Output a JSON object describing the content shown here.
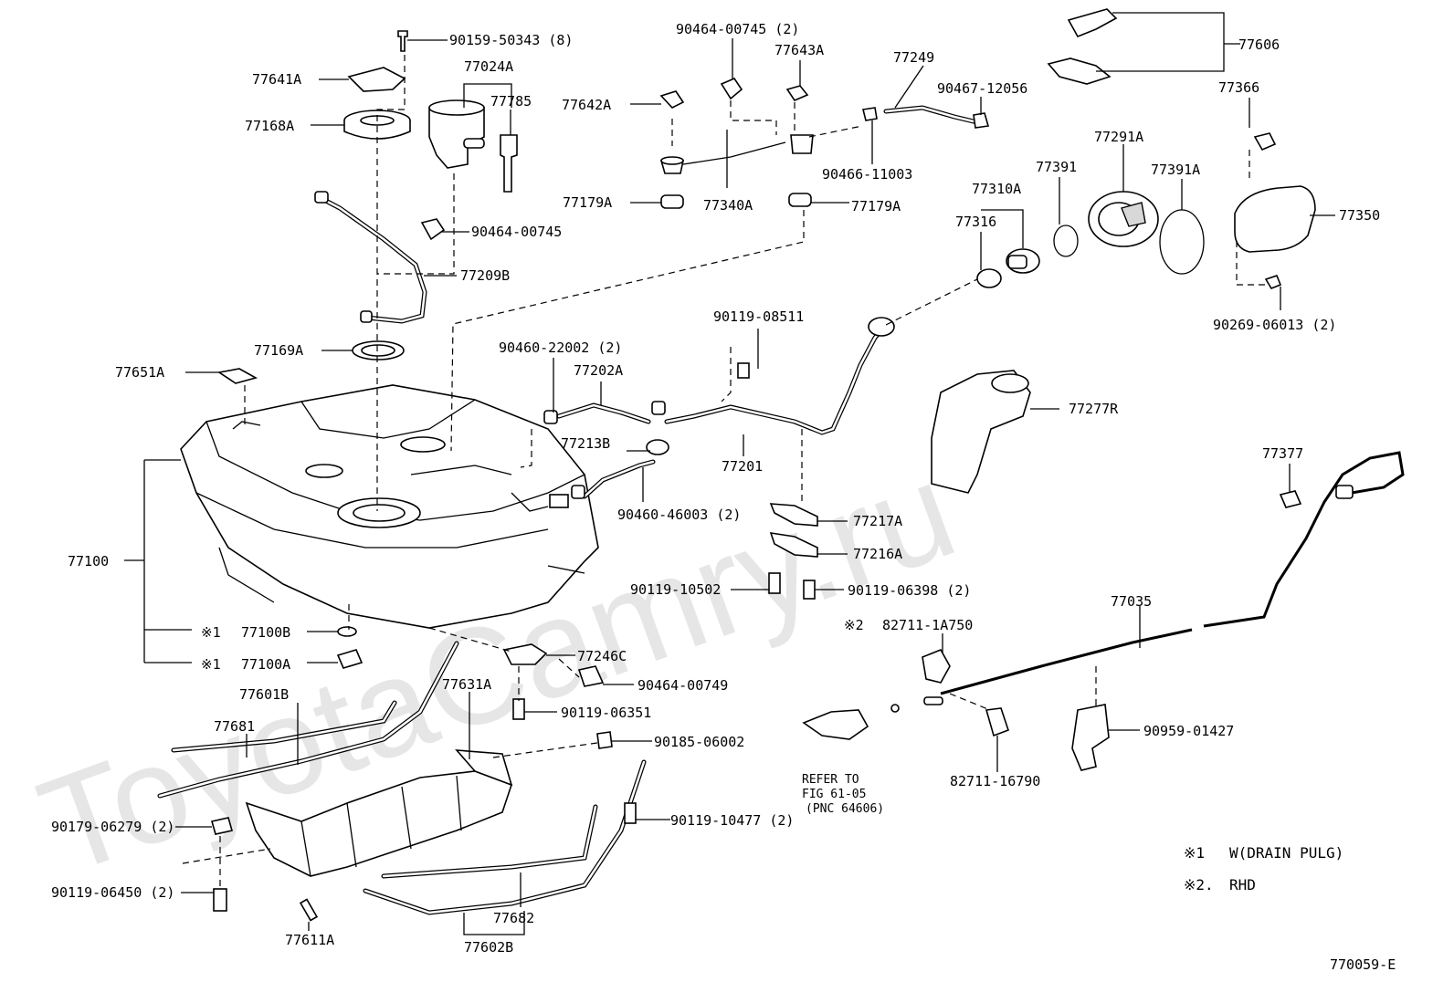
{
  "watermark": "ToyotaCamry.ru",
  "diagram_code": "770059-E",
  "notes": [
    {
      "mark": "※1",
      "text": "W(DRAIN PULG)"
    },
    {
      "mark": "※2.",
      "text": "RHD"
    }
  ],
  "reference_note": [
    "REFER TO",
    "FIG 61-05",
    "(PNC 64606)"
  ],
  "marks": {
    "m1": "※1",
    "m2": "※2"
  },
  "labels": {
    "p90159_50343": "90159-50343 (8)",
    "p77641A": "77641A",
    "p77024A": "77024A",
    "p77785": "77785",
    "p77168A": "77168A",
    "p90464_00745_top": "90464-00745 (2)",
    "p77643A": "77643A",
    "p77249": "77249",
    "p90467_12056": "90467-12056",
    "p77606": "77606",
    "p77642A": "77642A",
    "p90466_11003": "90466-11003",
    "p77366": "77366",
    "p77291A": "77291A",
    "p77391": "77391",
    "p77391A": "77391A",
    "p77310A": "77310A",
    "p77316": "77316",
    "p77179A_l": "77179A",
    "p77340A": "77340A",
    "p77179A_r": "77179A",
    "p77350": "77350",
    "p90464_00745": "90464-00745",
    "p77209B": "77209B",
    "p90269_06013": "90269-06013 (2)",
    "p90119_08511": "90119-08511",
    "p77169A": "77169A",
    "p90460_22002": "90460-22002 (2)",
    "p77651A": "77651A",
    "p77202A": "77202A",
    "p77277R": "77277R",
    "p77213B": "77213B",
    "p77201": "77201",
    "p77377": "77377",
    "p90460_46003": "90460-46003 (2)",
    "p77217A": "77217A",
    "p77100": "77100",
    "p77216A": "77216A",
    "p90119_10502": "90119-10502",
    "p90119_06398": "90119-06398 (2)",
    "p77035": "77035",
    "p82711_1A750": "82711-1A750",
    "p77100B": "77100B",
    "p77100A": "77100A",
    "p77246C": "77246C",
    "p77601B": "77601B",
    "p90464_00749": "90464-00749",
    "p77631A": "77631A",
    "p77681": "77681",
    "p90119_06351": "90119-06351",
    "p90959_01427": "90959-01427",
    "p90185_06002": "90185-06002",
    "p82711_16790": "82711-16790",
    "p90179_06279": "90179-06279 (2)",
    "p90119_10477": "90119-10477 (2)",
    "p90119_06450": "90119-06450 (2)",
    "p77682": "77682",
    "p77611A": "77611A",
    "p77602B": "77602B"
  }
}
